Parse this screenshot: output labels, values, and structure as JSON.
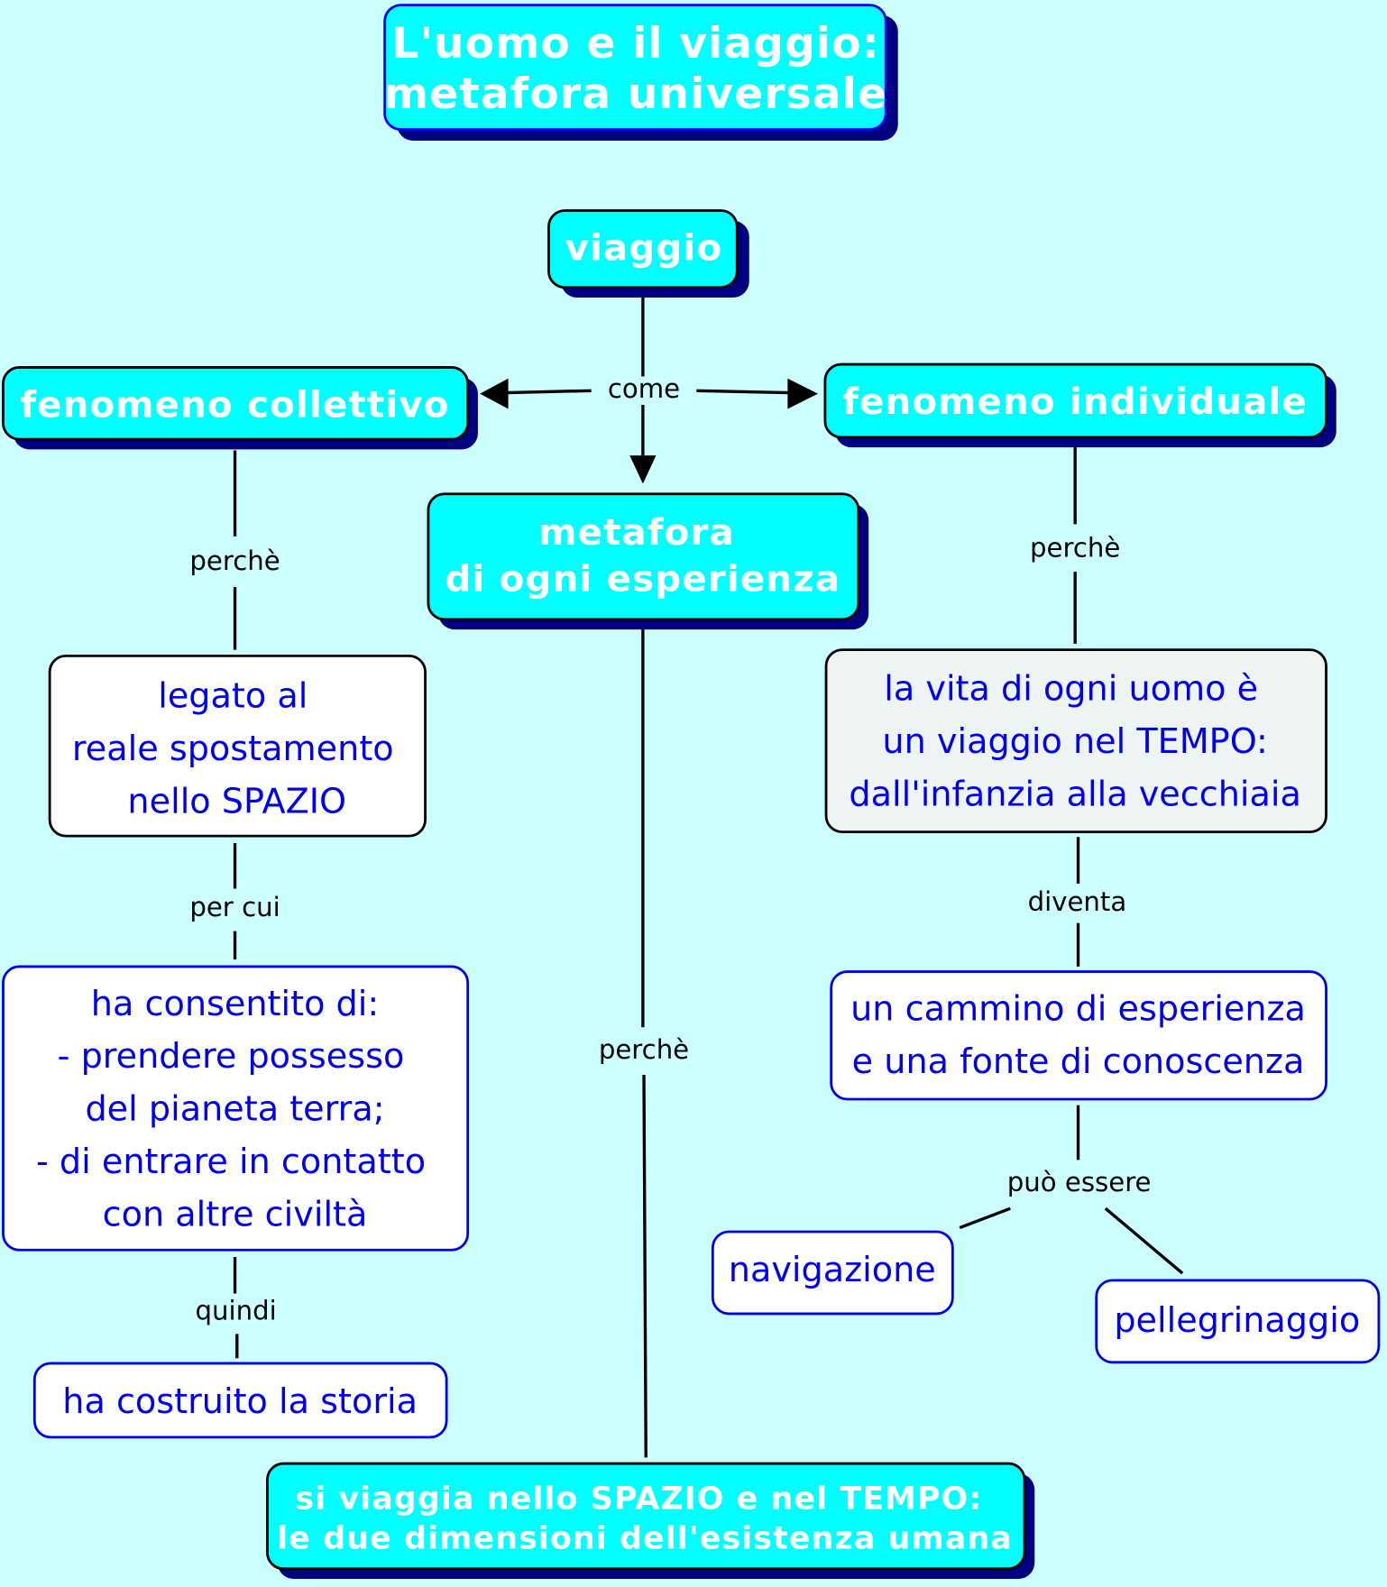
{
  "colors": {
    "background": "#ccffff",
    "concept_fill": "#00ffff",
    "shadow": "#000080",
    "node_border_blue": "#0000ee",
    "text_blue": "#0000ee"
  },
  "title": {
    "line1": "L'uomo e il viaggio:",
    "line2": "metafora universale"
  },
  "nodes": {
    "viaggio": "viaggio",
    "collettivo": "fenomeno collettivo",
    "individuale": "fenomeno individuale",
    "metafora": {
      "line1": "metafora",
      "line2": "di ogni esperienza"
    },
    "legato": {
      "line1": "legato al",
      "line2": "reale spostamento",
      "line3": "nello SPAZIO"
    },
    "vita": {
      "line1": "la vita di ogni uomo è",
      "line2": "un viaggio nel TEMPO:",
      "line3": "dall'infanzia alla vecchiaia"
    },
    "consentito": {
      "line1": "ha consentito di:",
      "line2": "- prendere possesso",
      "line3": "del pianeta terra;",
      "line4": "- di entrare in contatto",
      "line5": "con altre civiltà"
    },
    "cammino": {
      "line1": "un cammino di esperienza",
      "line2": "e una fonte di conoscenza"
    },
    "navigazione": "navigazione",
    "pellegrinaggio": "pellegrinaggio",
    "storia": "ha costruito la storia",
    "conclusione": {
      "line1": "si viaggia nello SPAZIO e nel TEMPO:",
      "line2": "le due dimensioni dell'esistenza umana"
    }
  },
  "links": {
    "come": "come",
    "perche_left": "perchè",
    "per_cui": "per cui",
    "quindi": "quindi",
    "perche_center": "perchè",
    "perche_right": "perchè",
    "diventa": "diventa",
    "puo_essere": "può essere"
  }
}
